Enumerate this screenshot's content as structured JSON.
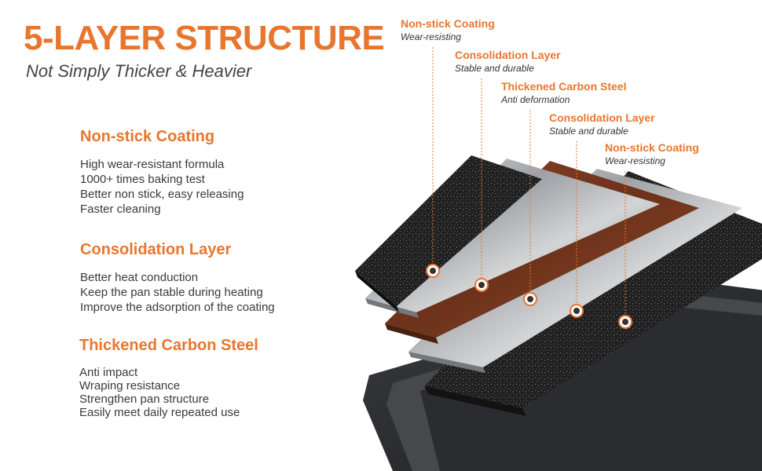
{
  "header": {
    "title": "5-LAYER STRUCTURE",
    "subtitle": "Not Simply Thicker & Heavier"
  },
  "features": [
    {
      "title": "Non-stick Coating",
      "points": [
        "High wear-resistant formula",
        "1000+ times baking test",
        "Better non stick, easy releasing",
        "Faster cleaning"
      ]
    },
    {
      "title": "Consolidation Layer",
      "points": [
        "Better heat conduction",
        "Keep the pan stable during heating",
        "Improve the adsorption of the coating"
      ]
    },
    {
      "title": "Thickened Carbon Steel",
      "points": [
        "Anti impact",
        "Wraping resistance",
        "Strengthen pan structure",
        "Easily meet daily repeated use"
      ]
    }
  ],
  "layers": [
    {
      "name": "Non-stick Coating",
      "desc": "Wear-resisting"
    },
    {
      "name": "Consolidation Layer",
      "desc": "Stable and durable"
    },
    {
      "name": "Thickened Carbon Steel",
      "desc": "Anti deformation"
    },
    {
      "name": "Consolidation Layer",
      "desc": "Stable and durable"
    },
    {
      "name": "Non-stick Coating",
      "desc": "Wear-resisting"
    }
  ],
  "colors": {
    "accent": "#e8762f",
    "coating": "#1e1e1e",
    "steel": "#b5b7ba",
    "carbon": "#7a3a20",
    "pan": "#2a2b2d"
  },
  "icons": {
    "marker": "target-ring-icon"
  }
}
